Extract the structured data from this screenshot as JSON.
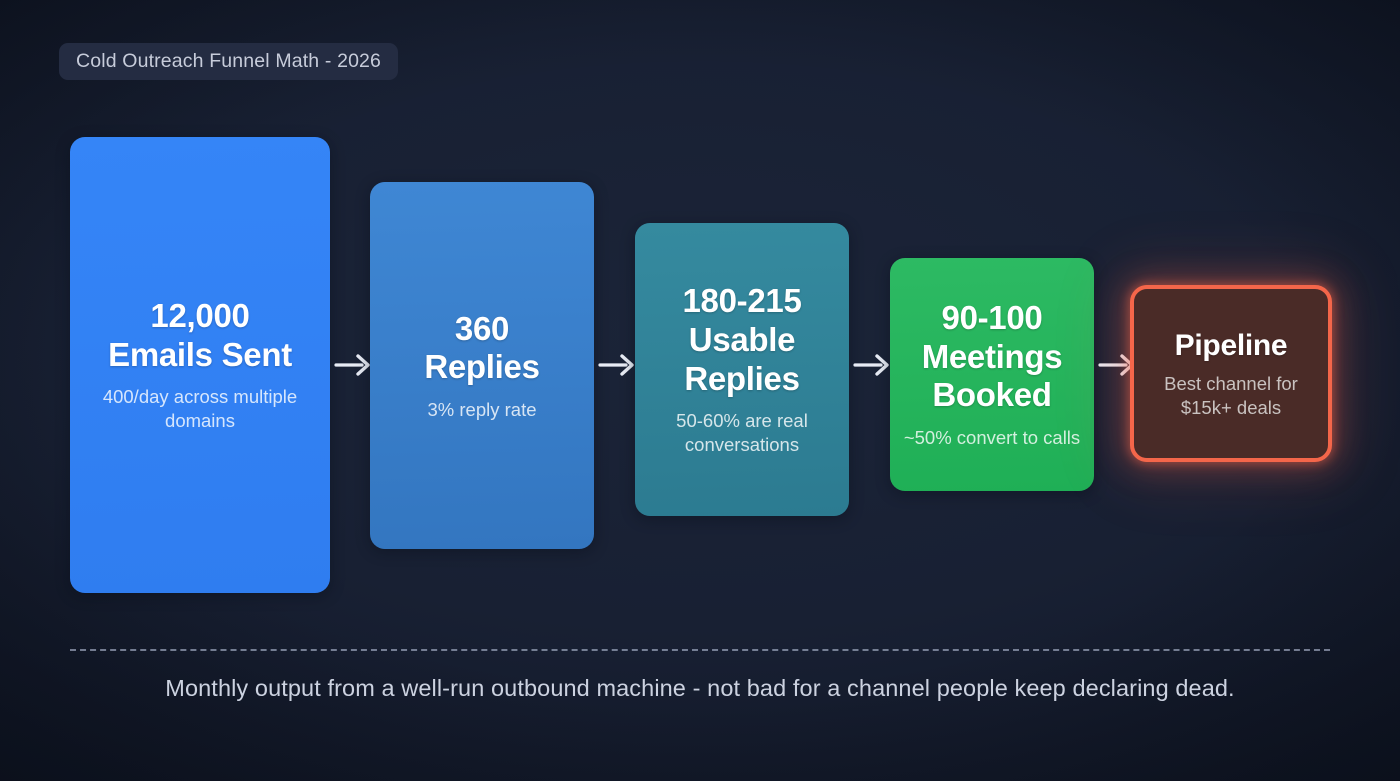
{
  "header": {
    "title": "Cold Outreach Funnel Math - 2026"
  },
  "chart_data": {
    "type": "funnel",
    "title": "Cold Outreach Funnel Math - 2026",
    "orientation": "horizontal",
    "legend": "none",
    "grid": false,
    "stages": [
      {
        "value": "12,000",
        "label": "Emails Sent",
        "note": "400/day across multiple domains",
        "numeric": 12000,
        "color": "#3180f3",
        "highlight": false
      },
      {
        "value": "360",
        "label": "Replies",
        "note": "3% reply rate",
        "numeric": 360,
        "color": "#3a7fcc",
        "highlight": false
      },
      {
        "value": "180-215",
        "label": "Usable Replies",
        "note": "50-60% are real conversations",
        "numeric": 197,
        "color": "#2f8096",
        "highlight": false
      },
      {
        "value": "90-100",
        "label": "Meetings Booked",
        "note": "~50% convert to calls",
        "numeric": 95,
        "color": "#24b35c",
        "highlight": false
      },
      {
        "value": "Pipeline",
        "label": "",
        "note": "Best channel for $15k+ deals",
        "numeric": null,
        "color": "#f4664a",
        "highlight": true
      }
    ],
    "connector": "arrow-right-icon",
    "connector_count": 4,
    "footer_caption": "Monthly output from a well-run outbound machine - not bad for a channel people keep declaring dead."
  },
  "footer": {
    "caption": "Monthly output from a well-run outbound machine - not bad for a channel people keep declaring dead."
  },
  "colors": {
    "background": "#161d30",
    "chip_background": "#242c42",
    "highlight_accent": "#f4664a",
    "highlight_fill": "#4a2b27",
    "divider": "#9aa4bb",
    "caption_text": "#ccd2e0"
  }
}
